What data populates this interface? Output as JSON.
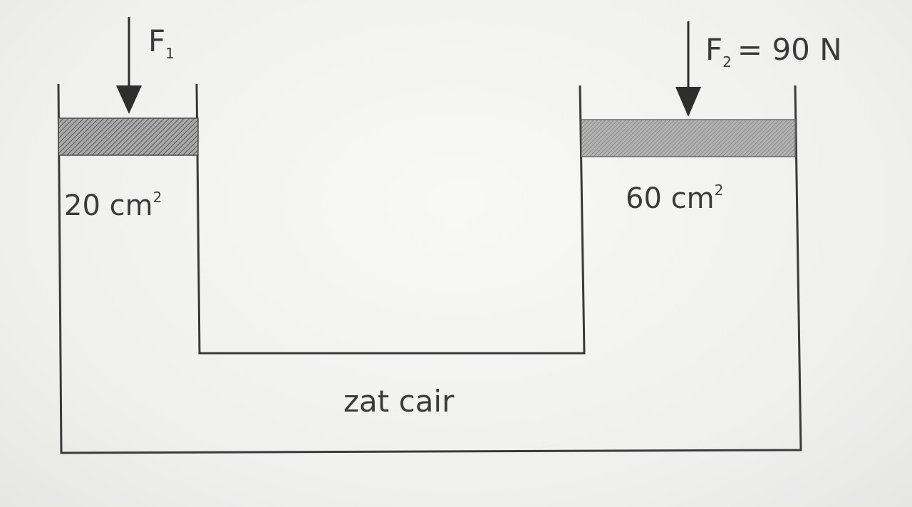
{
  "diagram": {
    "left_force_label": "F",
    "left_force_subscript": "1",
    "right_force_label": "F",
    "right_force_subscript": "2",
    "right_force_value": "= 90 N",
    "left_area_value": "20 cm",
    "left_area_exponent": "2",
    "right_area_value": "60 cm",
    "right_area_exponent": "2",
    "fluid_label": "zat cair"
  },
  "colors": {
    "ink": "#3a3a3a",
    "piston_fill": "#8c8c8c",
    "background": "#f2f2f0"
  }
}
